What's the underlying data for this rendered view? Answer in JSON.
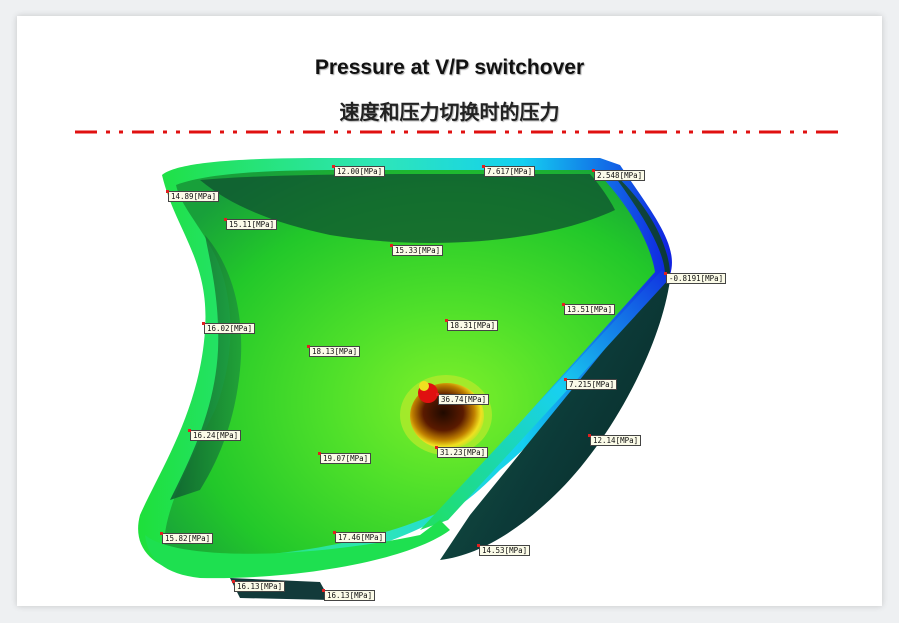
{
  "title_en": "Pressure at V/P switchover",
  "title_zh": "速度和压力切换时的压力",
  "colors": {
    "divider": "#e01010",
    "high": "#e01010",
    "mid": "#c8f000",
    "base": "#1fd02a",
    "low": "#0a4a40",
    "edge_low": "#0a2ad0"
  },
  "pressure_labels": [
    {
      "id": "p1",
      "text": "12.00[MPa]"
    },
    {
      "id": "p2",
      "text": "7.617[MPa]"
    },
    {
      "id": "p3",
      "text": "2.548[MPa]"
    },
    {
      "id": "p4",
      "text": "14.89[MPa]"
    },
    {
      "id": "p5",
      "text": "15.11[MPa]"
    },
    {
      "id": "p6",
      "text": "15.33[MPa]"
    },
    {
      "id": "p7",
      "text": "-0.8191[MPa]"
    },
    {
      "id": "p8",
      "text": "13.51[MPa]"
    },
    {
      "id": "p9",
      "text": "16.02[MPa]"
    },
    {
      "id": "p10",
      "text": "18.31[MPa]"
    },
    {
      "id": "p11",
      "text": "18.13[MPa]"
    },
    {
      "id": "p12",
      "text": "36.74[MPa]"
    },
    {
      "id": "p13",
      "text": "7.215[MPa]"
    },
    {
      "id": "p14",
      "text": "16.24[MPa]"
    },
    {
      "id": "p15",
      "text": "31.23[MPa]"
    },
    {
      "id": "p16",
      "text": "12.14[MPa]"
    },
    {
      "id": "p17",
      "text": "19.07[MPa]"
    },
    {
      "id": "p18",
      "text": "15.82[MPa]"
    },
    {
      "id": "p19",
      "text": "17.46[MPa]"
    },
    {
      "id": "p20",
      "text": "14.53[MPa]"
    },
    {
      "id": "p21",
      "text": "16.13[MPa]"
    },
    {
      "id": "p22",
      "text": "16.13[MPa]"
    }
  ]
}
